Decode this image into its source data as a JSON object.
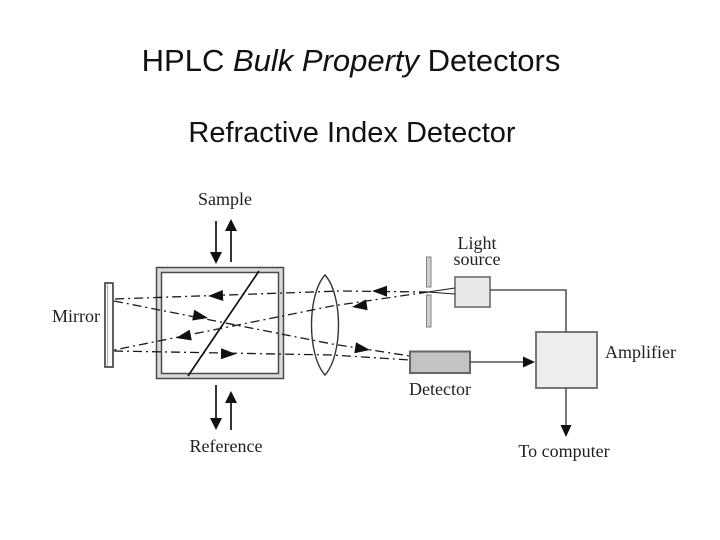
{
  "slide": {
    "title_prefix": "HPLC ",
    "title_emphasis": "Bulk Property",
    "title_suffix": " Detectors",
    "subtitle": "Refractive Index Detector"
  },
  "diagram": {
    "labels": {
      "sample": "Sample",
      "reference": "Reference",
      "mirror": "Mirror",
      "light_source_line1": "Light",
      "light_source_line2": "source",
      "detector": "Detector",
      "amplifier": "Amplifier",
      "to_computer": "To computer"
    },
    "colors": {
      "ink": "#1a1a1a",
      "light_source_fill": "#e8e8e8",
      "amplifier_fill": "#ededed",
      "detector_fill": "#c3c3c3",
      "cell_border_fill": "#d9d9d9",
      "mirror_fill": "#fafafa",
      "slit_fill": "#d0d0d0"
    }
  }
}
